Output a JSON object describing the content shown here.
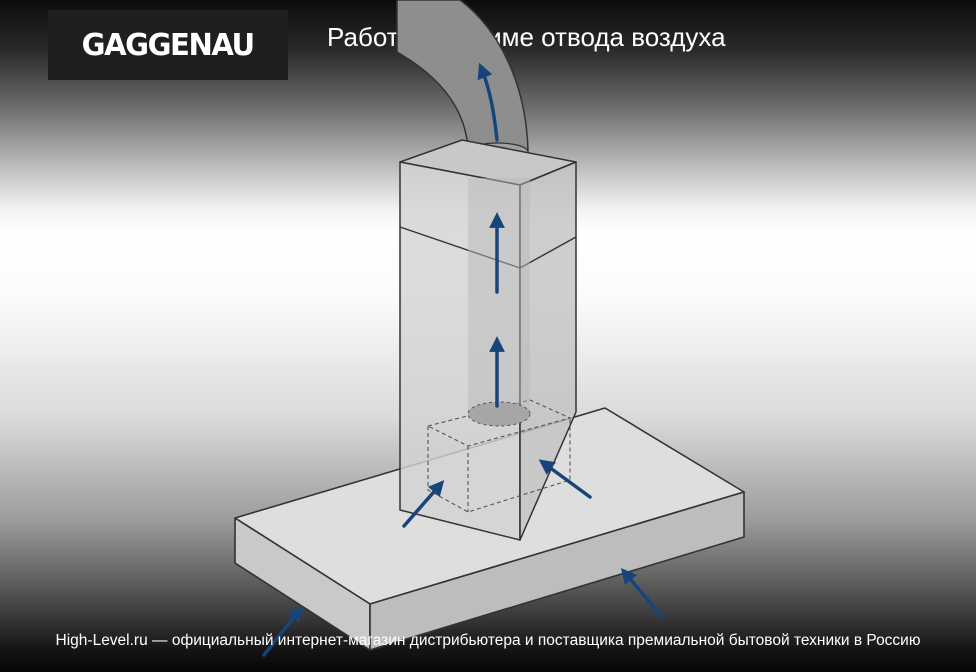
{
  "header": {
    "brand": "GAGGENAU",
    "title": "Работа в режиме отвода воздуха"
  },
  "footer": {
    "caption": "High-Level.ru — официальный интернет-магазин дистрибьютера и поставщика премиальной бытовой техники в Россию"
  },
  "colors": {
    "arrow": "#17457a",
    "logo_bg": "#1f1f1f",
    "text": "#ffffff"
  }
}
